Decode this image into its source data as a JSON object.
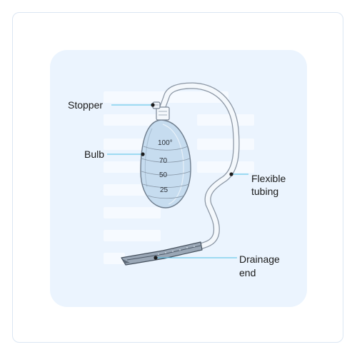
{
  "labels": {
    "stopper": "Stopper",
    "bulb": "Bulb",
    "tubing_line1": "Flexible",
    "tubing_line2": "tubing",
    "drain_line1": "Drainage",
    "drain_line2": "end"
  },
  "scale": [
    "100°",
    "70",
    "50",
    "25"
  ],
  "colors": {
    "leader": "#4fc1e6",
    "dot": "#1c1c1c",
    "panel": "#ebf4fe",
    "bulb_fill": "#c6dcef"
  }
}
